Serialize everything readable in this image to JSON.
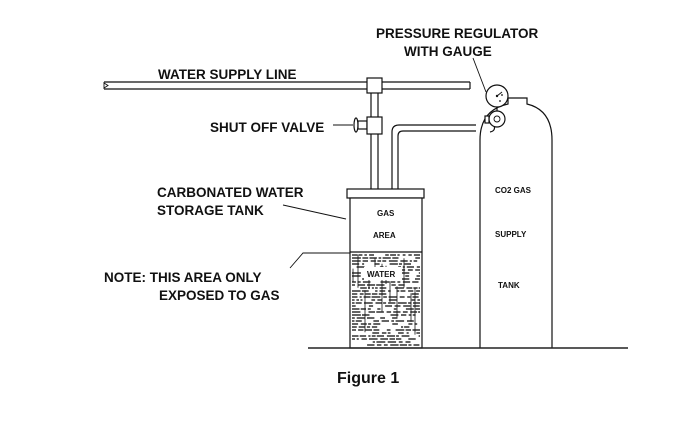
{
  "labels": {
    "pressure_regulator_line1": "PRESSURE REGULATOR",
    "pressure_regulator_line2": "WITH GAUGE",
    "water_supply_line": "WATER SUPPLY LINE",
    "shut_off_valve": "SHUT OFF VALVE",
    "storage_tank_line1": "CARBONATED WATER",
    "storage_tank_line2": "STORAGE TANK",
    "note_line1": "NOTE:  THIS AREA ONLY",
    "note_line2": "EXPOSED TO GAS",
    "gas": "GAS",
    "area": "AREA",
    "water": "WATER",
    "co2_gas": "CO2 GAS",
    "supply": "SUPPLY",
    "tank": "TANK"
  },
  "caption": "Figure 1",
  "colors": {
    "line": "#111111",
    "background": "#ffffff"
  }
}
